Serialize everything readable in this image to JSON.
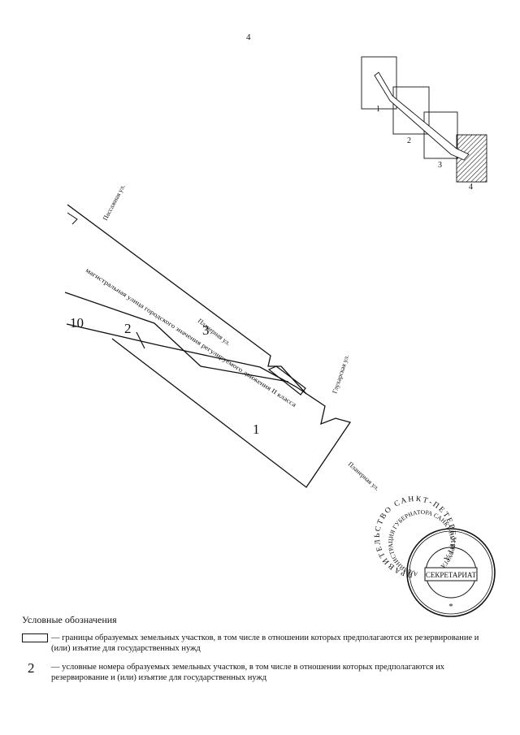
{
  "page": {
    "number": "4"
  },
  "key_map": {
    "tiles": [
      "1",
      "2",
      "3",
      "4"
    ],
    "highlighted_tile": "4"
  },
  "map": {
    "streets": {
      "passazhnaya": "Пассажная ул.",
      "planernaya_center": "Планерная ул.",
      "planernaya_right": "Планерная ул.",
      "glukharskaya": "Глухарская ул.",
      "magistral": "магистральная улица городского значения регулируемого движения II класса"
    },
    "parcels": [
      "10",
      "2",
      "3",
      "1"
    ]
  },
  "stamp": {
    "outer_text": "ПРАВИТЕЛЬСТВО САНКТ-ПЕТЕРБУРГА",
    "inner_text": "АДМИНИСТРАЦИЯ ГУБЕРНАТОРА САНКТ-ПЕТЕРБУРГА",
    "center_text": "СЕКРЕТАРИАТ",
    "star": "*"
  },
  "legend": {
    "title": "Условные обозначения",
    "items": [
      {
        "symbol": "rect",
        "text": "— границы образуемых земельных участков, в том числе в отношении которых предполагаются их резервирование и (или) изъятие для государственных нужд"
      },
      {
        "symbol": "2",
        "text": "— условные номера образуемых земельных участков, в том числе в отношении которых предполагаются их резервирование и (или) изъятие для государственных нужд"
      }
    ]
  }
}
